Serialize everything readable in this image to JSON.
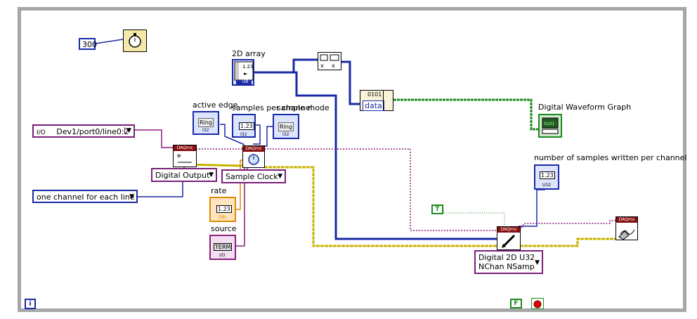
{
  "constants": {
    "wait_ms": "300",
    "bool_true": "T",
    "bool_false": "F"
  },
  "labels": {
    "array_2d": "2D array",
    "active_edge": "active edge",
    "samples_per_channel": "samples per channel",
    "sample_mode": "sample mode",
    "rate": "rate",
    "source": "source",
    "digital_waveform_graph": "Digital Waveform Graph",
    "samples_written": "number of samples written per channel"
  },
  "controls": {
    "lines_channel": "Dev1/port0/line0:2",
    "line_grouping": "one channel for each line",
    "create_channel_type": "Digital Output",
    "timing_type": "Sample Clock",
    "write_polymorph_line1": "Digital 2D U32",
    "write_polymorph_line2": "NChan NSamp"
  },
  "glyphs": {
    "num": "1.23",
    "ring": "Ring",
    "term": "TERM",
    "daqmx": "DAQmx",
    "data": "data",
    "bits": "0101",
    "i32": "I32",
    "u8": "U8",
    "dbl": "DBL",
    "u32": "U32",
    "io": "I/O",
    "info": "i"
  },
  "colors": {
    "wire_numeric": "#1a2aa6",
    "wire_purple": "#8a1f7a",
    "wire_error": "#c8b400",
    "wire_green": "#1f8a1f",
    "wire_orange": "#e08a00",
    "frame": "#a6a6a6"
  }
}
